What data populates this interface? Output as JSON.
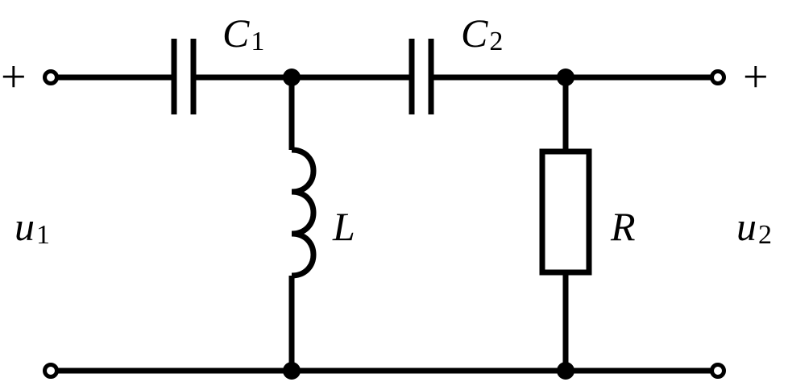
{
  "diagram": {
    "labels": {
      "c1_main": "C",
      "c1_sub": "1",
      "c2_main": "C",
      "c2_sub": "2",
      "inductor": "L",
      "resistor": "R",
      "u1_main": "u",
      "u1_sub": "1",
      "u2_main": "u",
      "u2_sub": "2",
      "plus_in": "+",
      "plus_out": "+"
    },
    "colors": {
      "stroke": "#000000",
      "background": "#ffffff"
    }
  }
}
